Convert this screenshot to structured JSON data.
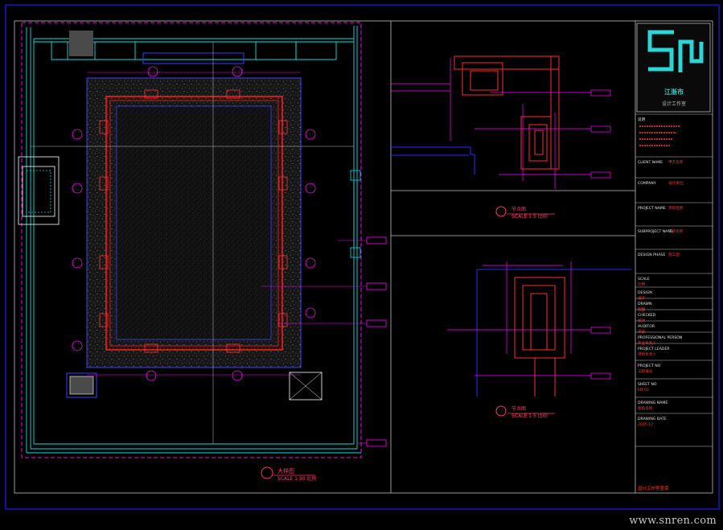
{
  "title_block": {
    "logo_letters": "SM",
    "logo_caption": "江浙市",
    "logo_sub": "设计工作室",
    "fields": [
      {
        "label": "说明",
        "value": ""
      },
      {
        "label": "CLIENT NAME",
        "value": "甲方名称"
      },
      {
        "label": "COMPANY",
        "value": "设计单位"
      },
      {
        "label": "PROJECT NAME",
        "value": "项目名称"
      },
      {
        "label": "SUBPROJECT NAME",
        "value": "子项名称"
      },
      {
        "label": "DESIGN PHASE",
        "value": "施工图"
      },
      {
        "label": "SCALE",
        "value": "比例"
      },
      {
        "label": "DESIGN",
        "value": "设计"
      },
      {
        "label": "DRAWN",
        "value": "制图"
      },
      {
        "label": "CHECKED",
        "value": "校对"
      },
      {
        "label": "AUDITOR",
        "value": "审核"
      },
      {
        "label": "PROFESSIONAL PERSON",
        "value": "专业负责人"
      },
      {
        "label": "PROJECT LEADER",
        "value": "项目负责人"
      },
      {
        "label": "PROJECT NO",
        "value": "工程编号"
      },
      {
        "label": "SHEET NO",
        "value": "ED-02"
      },
      {
        "label": "DRAWING NAME",
        "value": "图纸名称"
      },
      {
        "label": "DRAWING DATE",
        "value": "2015.12"
      }
    ],
    "footer": "设计工作室盖章"
  },
  "drawings": [
    {
      "id": "plan",
      "title": "大样图",
      "scale": "SCALE 1:50 比例"
    },
    {
      "id": "detail-1",
      "title": "节点图",
      "scale": "SCALE 1:5 比例"
    },
    {
      "id": "detail-2",
      "title": "节点图",
      "scale": "SCALE 1:5 比例"
    }
  ],
  "watermark": "www.snren.com",
  "colors": {
    "border": "#0000ff",
    "outline": "#ff00ff",
    "wall": "#00ffff",
    "detail_red": "#ff0000",
    "title_text": "#ff0000",
    "logo": "#2ad6d6",
    "background": "#000000"
  }
}
